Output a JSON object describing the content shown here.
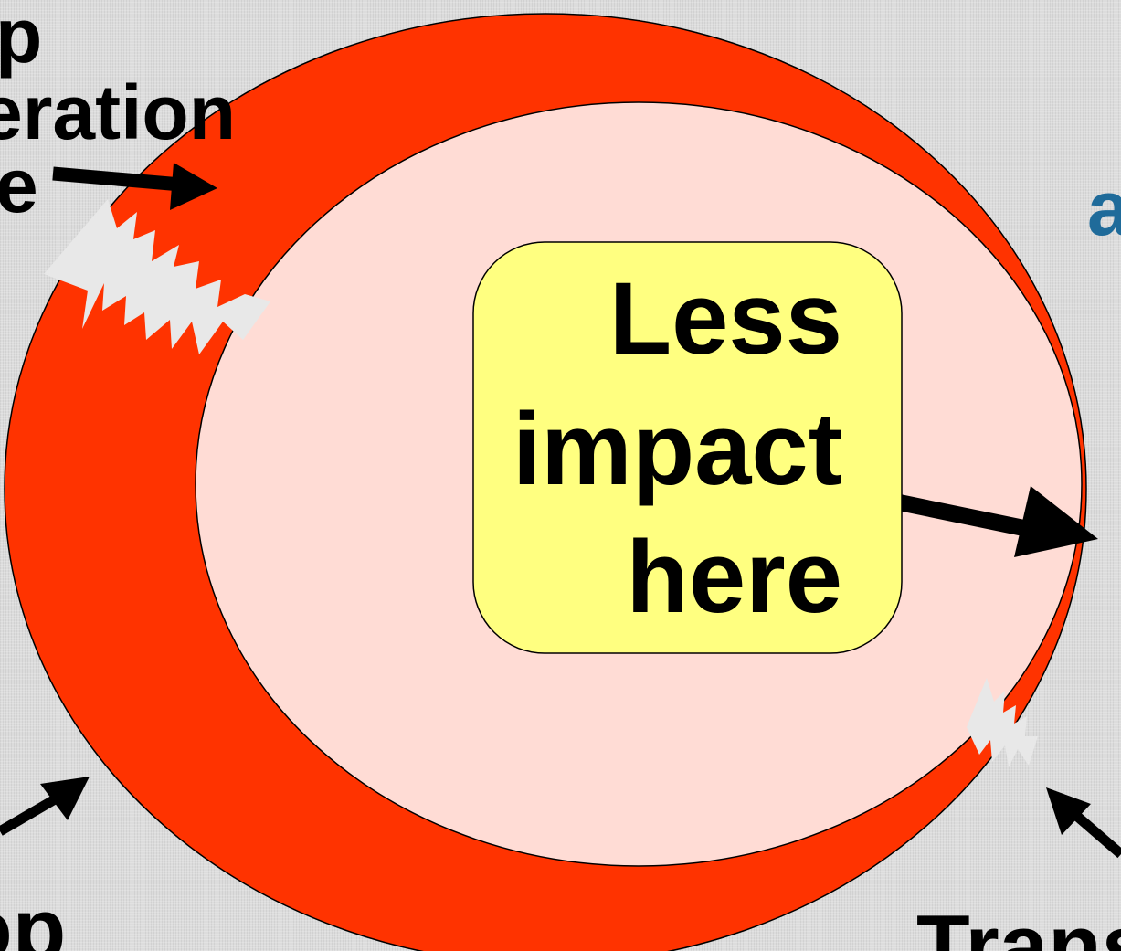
{
  "labels": {
    "top_left_line1": "p",
    "top_left_line2": "eration",
    "top_left_line3": "e",
    "right_partial": "a",
    "bottom_left_partial": "op",
    "bottom_right_partial": "Trans",
    "center_line1": "Less",
    "center_line2": "impact",
    "center_line3": "here"
  },
  "colors": {
    "background": "#dcdcdc",
    "outer_ring": "#ff3300",
    "inner_area": "#ffdcd5",
    "center_box": "#ffff80",
    "right_partial_text": "#1f6b9a",
    "gaps": "#e8e8e8"
  }
}
